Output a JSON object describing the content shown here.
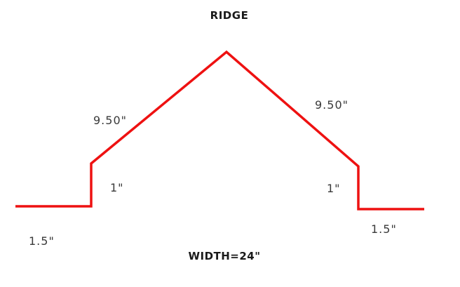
{
  "diagram": {
    "title": "RIDGE",
    "footer": "WIDTH=24\"",
    "line_color": "#ee1111",
    "segments": {
      "left_flange": "1.5\"",
      "left_riser": "1\"",
      "left_slope": "9.50\"",
      "right_slope": "9.50\"",
      "right_riser": "1\"",
      "right_flange": "1.5\""
    }
  }
}
